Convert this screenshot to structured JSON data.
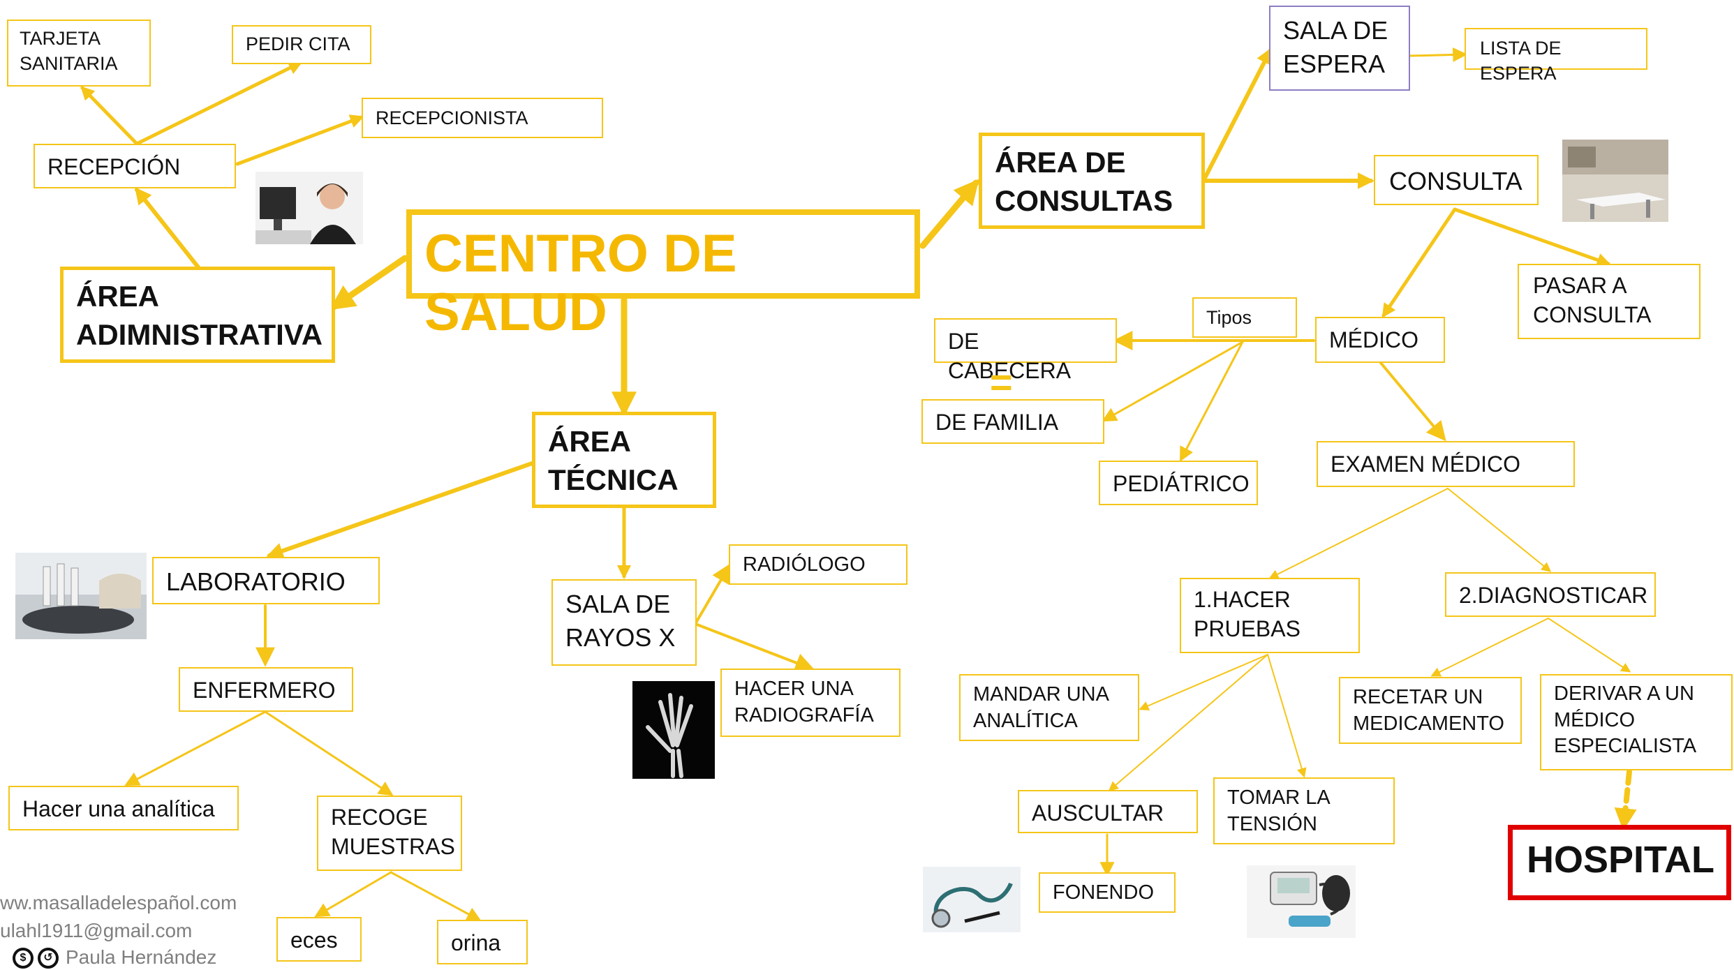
{
  "main": {
    "title": "CENTRO DE SALUD"
  },
  "areas": {
    "administrativa": "ÁREA\nADIMNISTRATIVA",
    "consultas": "ÁREA DE\nCONSULTAS",
    "tecnica": "ÁREA\nTÉCNICA"
  },
  "admin": {
    "recepcion": "RECEPCIÓN",
    "tarjeta": "TARJETA\nSANITARIA",
    "pedir_cita": "PEDIR CITA",
    "recepcionista": "RECEPCIONISTA"
  },
  "consultas": {
    "sala_espera": "SALA DE\nESPERA",
    "lista_espera": "LISTA DE ESPERA",
    "consulta": "CONSULTA",
    "pasar": "PASAR A\nCONSULTA",
    "medico": "MÉDICO",
    "tipos": "Tipos",
    "cabecera": "DE CABECERA",
    "equals": "=",
    "familia": "DE FAMILIA",
    "pediatrico": "PEDIÁTRICO",
    "examen": "EXAMEN MÉDICO",
    "hacer_pruebas": "1.HACER\nPRUEBAS",
    "diagnosticar": "2.DIAGNOSTICAR",
    "mandar": "MANDAR UNA\nANALÍTICA",
    "auscultar": "AUSCULTAR",
    "tension": "TOMAR LA\nTENSIÓN",
    "fonendo": "FONENDO",
    "recetar": "RECETAR UN\nMEDICAMENTO",
    "derivar": "DERIVAR A UN\nMÉDICO\nESPECIALISTA",
    "hospital": "HOSPITAL"
  },
  "tecnica": {
    "laboratorio": "LABORATORIO",
    "enfermero": "ENFERMERO",
    "hacer_analitica": "Hacer una analítica",
    "recoge": "RECOGE\nMUESTRAS",
    "heces": "eces",
    "orina": "orina",
    "sala_rayos": "SALA DE\nRAYOS X",
    "radiologo": "RADIÓLOGO",
    "radiografia": "HACER UNA\nRADIOGRAFÍA"
  },
  "credits": {
    "site": "ww.masalladelespañol.com",
    "email": "ulahl1911@gmail.com",
    "author": "Paula Hernández"
  },
  "images": [
    {
      "name": "receptionist-photo",
      "subject": "receptionist with headset at computer"
    },
    {
      "name": "exam-room-photo",
      "subject": "doctor's examination room"
    },
    {
      "name": "lab-photo",
      "subject": "laboratory samples"
    },
    {
      "name": "xray-hand-photo",
      "subject": "x-ray of a hand"
    },
    {
      "name": "stethoscope-photo",
      "subject": "stethoscope"
    },
    {
      "name": "blood-pressure-photo",
      "subject": "blood pressure monitor"
    }
  ],
  "colors": {
    "accent": "#f5c518",
    "title": "#f5b800",
    "hospital_border": "#e00000",
    "sala_espera_border": "#8e7cc3",
    "credits": "#7f7f7f"
  }
}
